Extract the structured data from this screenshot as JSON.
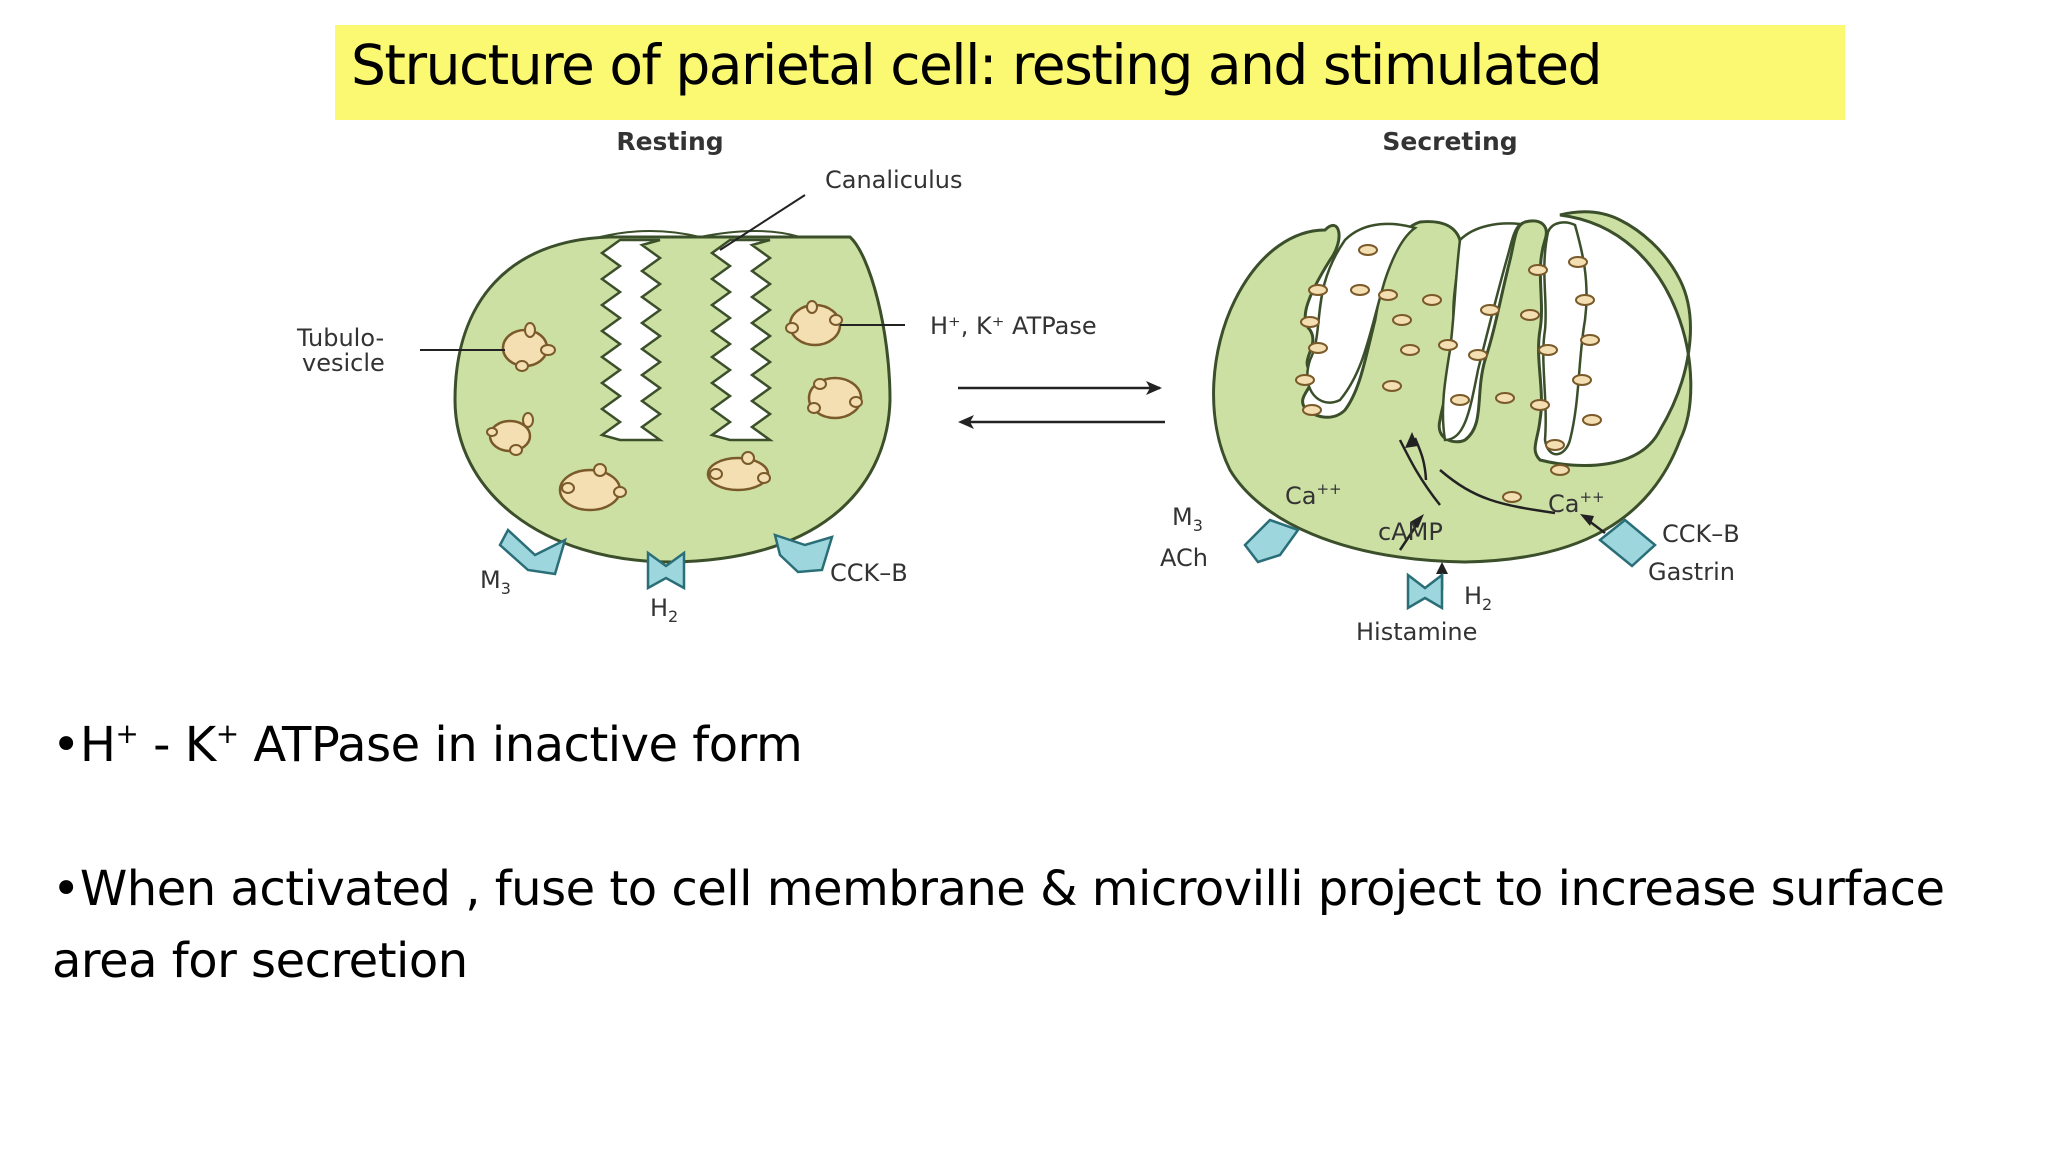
{
  "slide": {
    "title": "Structure of parietal cell: resting and stimulated"
  },
  "diagram": {
    "resting_heading": "Resting",
    "secreting_heading": "Secreting",
    "canaliculus": "Canaliculus",
    "tubulo_line1": "Tubulo-",
    "tubulo_line2": "vesicle",
    "atpase_label": "H⁺, K⁺ ATPase",
    "resting_receptors": {
      "m": "M",
      "m_sub": "3",
      "h": "H",
      "h_sub": "2",
      "cck": "CCK–B"
    },
    "secreting_labels": {
      "m": "M",
      "m_sub": "3",
      "ach": "ACh",
      "ca_left": "Ca",
      "ca_right": "Ca",
      "ca_sup": "++",
      "camp": "cAMP",
      "h": "H",
      "h_sub": "2",
      "histamine": "Histamine",
      "cck": "CCK–B",
      "gastrin": "Gastrin"
    },
    "colors": {
      "cell_fill": "#cde0a4",
      "vesicle_fill": "#f4dfb2",
      "receptor_fill": "#9dd6dc",
      "title_bg": "#fbf872"
    }
  },
  "bullets": {
    "b1": {
      "bullet": "•",
      "h": "H",
      "plus": "+",
      "sep": " - ",
      "k": "K",
      "rest": " ATPase in inactive form"
    },
    "b2": "•When activated , fuse to cell membrane & microvilli project to increase surface area for secretion"
  }
}
